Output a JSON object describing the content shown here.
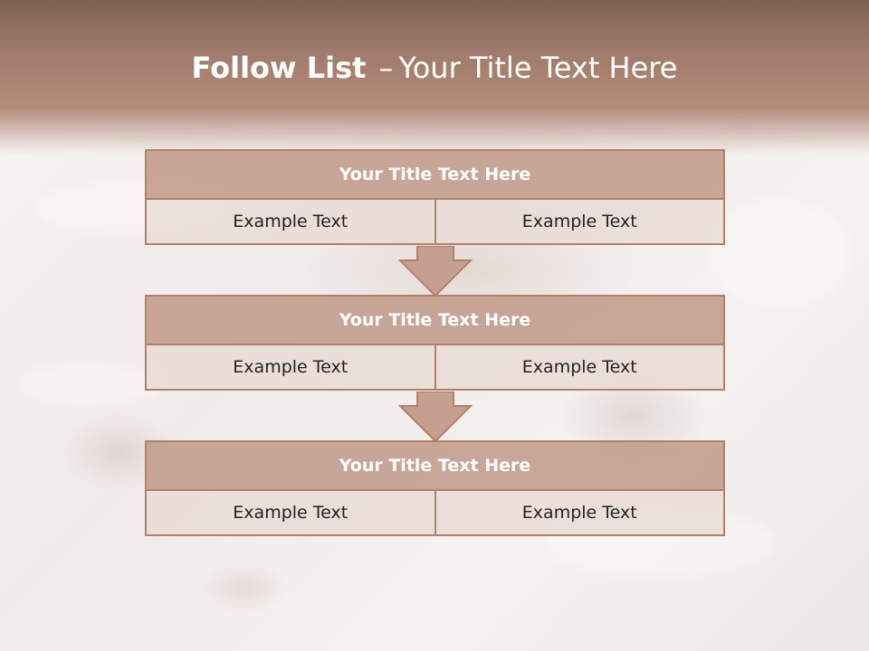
{
  "slide": {
    "title_bold": "Follow List",
    "title_dash": "–",
    "title_rest": "Your Title Text Here"
  },
  "blocks": [
    {
      "title": "Your Title Text Here",
      "left": "Example Text",
      "right": "Example Text"
    },
    {
      "title": "Your Title Text Here",
      "left": "Example Text",
      "right": "Example Text"
    },
    {
      "title": "Your Title Text Here",
      "left": "Example Text",
      "right": "Example Text"
    }
  ],
  "colors": {
    "header_top": "#7f6153",
    "header_bottom": "#b48b7a",
    "block_title_fill": "#be9684",
    "block_border": "#b57f68",
    "cell_fill": "#eadcd6",
    "arrow_fill": "#c4a090"
  },
  "icons": [
    "down-arrow-icon",
    "down-arrow-icon"
  ]
}
